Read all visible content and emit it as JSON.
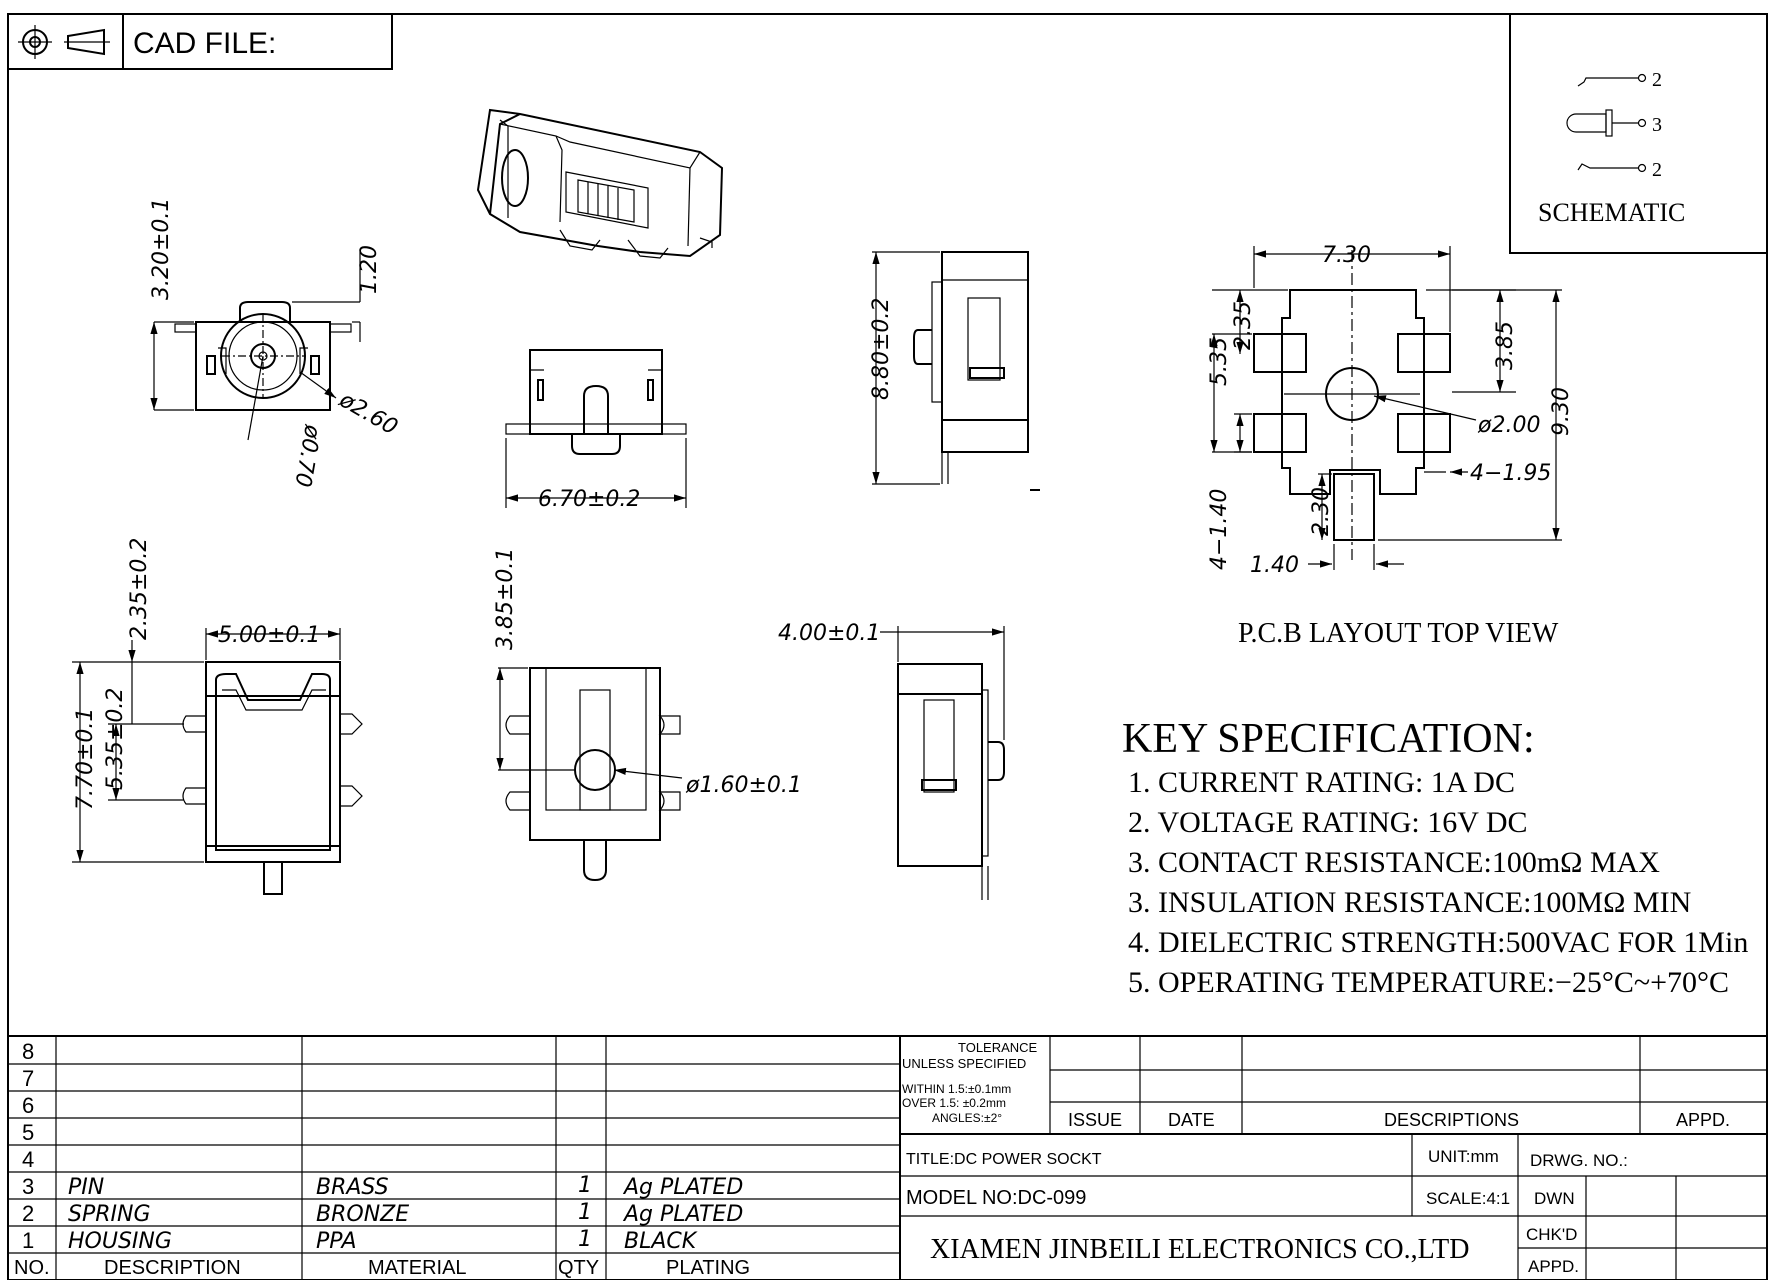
{
  "header": {
    "cad_label": "CAD FILE:",
    "projection_icon": "third-angle-projection-icon"
  },
  "schematic": {
    "title": "SCHEMATIC",
    "pins": [
      "2",
      "3",
      "2"
    ]
  },
  "dims": {
    "front_h": "3.20±0.1",
    "front_top": "1.20",
    "front_d1": "ø2.60",
    "front_d2": "ø0.70",
    "bottom_w": "6.70±0.2",
    "side_h": "8.80±0.2",
    "top_w": "5.00±0.1",
    "top_h": "7.70±0.1",
    "top_a": "2.35±0.2",
    "top_b": "5.35±0.2",
    "mid_h": "3.85±0.1",
    "mid_d": "ø1.60±0.1",
    "side2_w": "4.00±0.1"
  },
  "pcb": {
    "title": "P.C.B LAYOUT TOP VIEW",
    "w": "7.30",
    "h1": "2.35",
    "h2": "5.35",
    "h3": "3.85",
    "h4": "9.30",
    "d": "ø2.00",
    "p1": "4−1.95",
    "p2": "4−1.40",
    "p3": "2.30",
    "p4": "1.40"
  },
  "spec": {
    "title": "KEY SPECIFICATION:",
    "items": [
      "1. CURRENT RATING: 1A DC",
      "2. VOLTAGE RATING: 16V DC",
      "3. CONTACT RESISTANCE:100mΩ MAX",
      "3. INSULATION RESISTANCE:100MΩ MIN",
      "4. DIELECTRIC STRENGTH:500VAC FOR 1Min",
      "5. OPERATING TEMPERATURE:−25°C~+70°C"
    ]
  },
  "bom": {
    "headers": [
      "NO.",
      "DESCRIPTION",
      "MATERIAL",
      "QTY",
      "PLATING"
    ],
    "row_numbers": [
      "8",
      "7",
      "6",
      "5",
      "4",
      "3",
      "2",
      "1"
    ],
    "rows": [
      {
        "no": "3",
        "desc": "PIN",
        "material": "BRASS",
        "qty": "1",
        "plating": "Ag PLATED"
      },
      {
        "no": "2",
        "desc": "SPRING",
        "material": "BRONZE",
        "qty": "1",
        "plating": "Ag PLATED"
      },
      {
        "no": "1",
        "desc": "HOUSING",
        "material": "PPA",
        "qty": "1",
        "plating": "BLACK"
      }
    ]
  },
  "title_block": {
    "tol1": "TOLERANCE",
    "tol2": "UNLESS SPECIFIED",
    "tol3": "WITHIN 1.5:±0.1mm",
    "tol4": "OVER 1.5: ±0.2mm",
    "tol5": "ANGLES:±2°",
    "issue": "ISSUE",
    "date": "DATE",
    "descriptions": "DESCRIPTIONS",
    "appd": "APPD.",
    "title": "TITLE:DC POWER SOCKT",
    "unit": "UNIT:mm",
    "drwg": "DRWG. NO.:",
    "model": "MODEL NO:DC-099",
    "scale": "SCALE:4:1",
    "dwn": "DWN",
    "chkd": "CHK'D",
    "appd2": "APPD.",
    "company": "XIAMEN JINBEILI ELECTRONICS CO.,LTD"
  }
}
